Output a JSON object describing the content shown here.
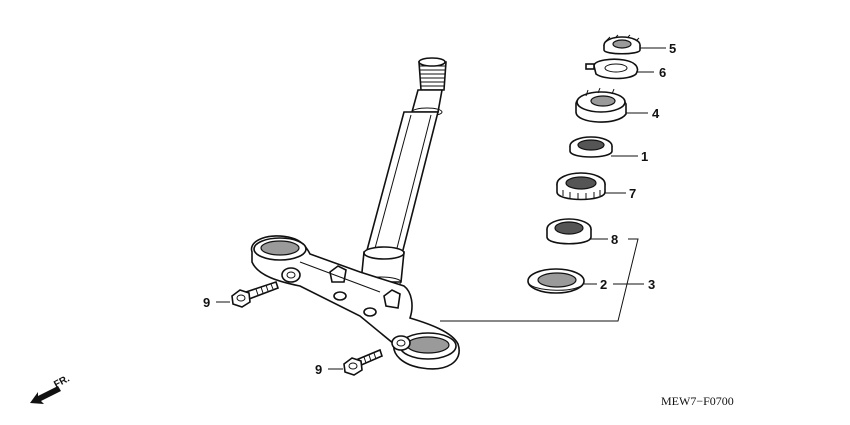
{
  "diagram": {
    "drawing_code": "MEW7−F0700",
    "direction_label": "FR.",
    "callouts": {
      "c1": "1",
      "c2": "2",
      "c3": "3",
      "c4": "4",
      "c5": "5",
      "c6": "6",
      "c7": "7",
      "c8": "8",
      "c9a": "9",
      "c9b": "9"
    }
  }
}
